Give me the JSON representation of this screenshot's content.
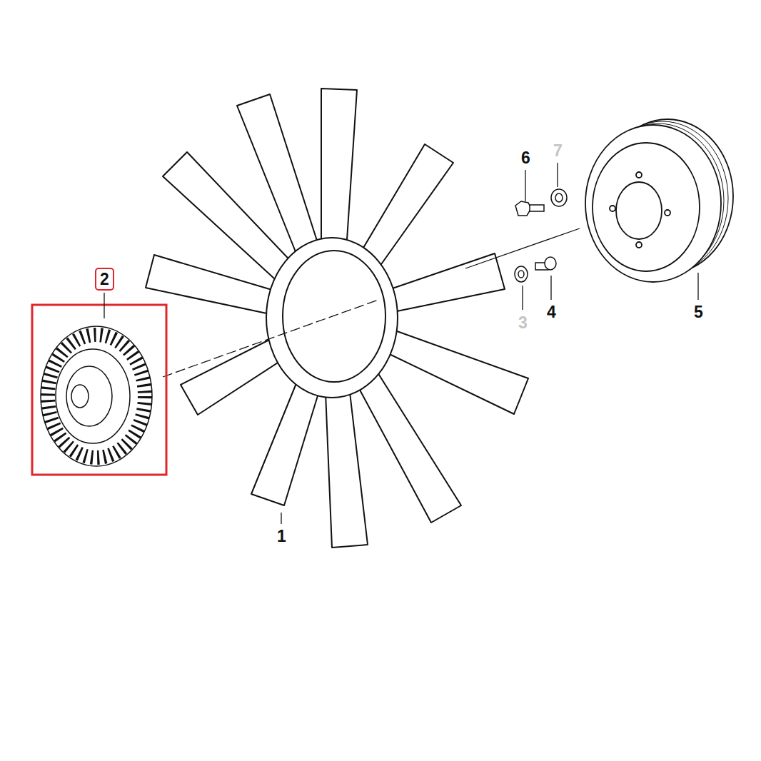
{
  "diagram": {
    "nodes": [
      {
        "text": [
          "2"
        ]
      }
    ],
    "labels": [
      "6",
      "7",
      "3",
      "4",
      "5",
      "1"
    ]
  }
}
